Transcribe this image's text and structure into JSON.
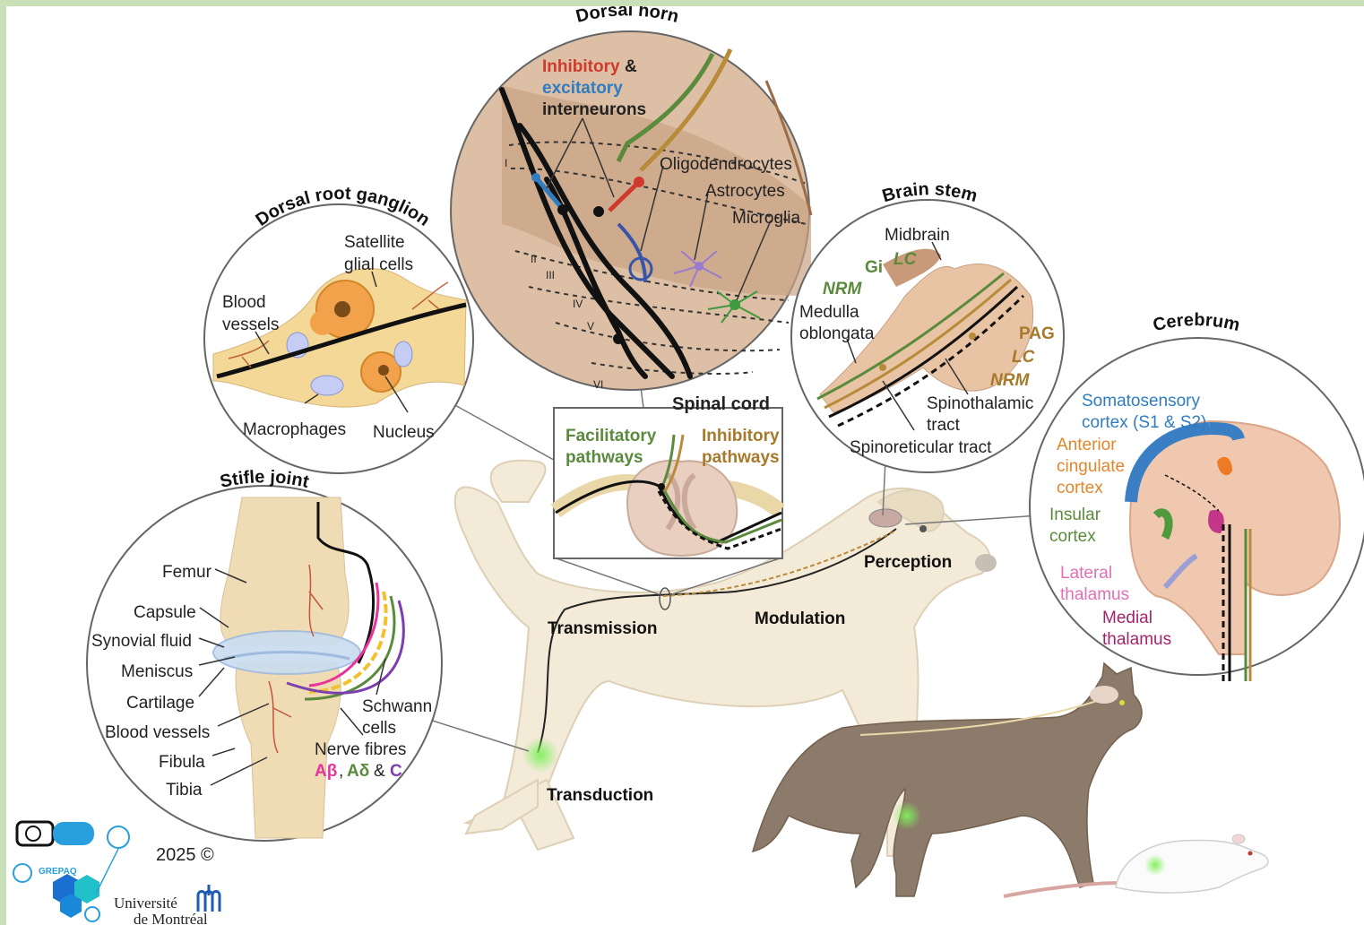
{
  "titles": {
    "dorsal_horn": "Dorsal horn",
    "drg": "Dorsal root ganglion",
    "brain_stem": "Brain stem",
    "cerebrum": "Cerebrum",
    "stifle": "Stifle joint",
    "spinal_cord": "Spinal cord"
  },
  "dorsal_horn": {
    "inhibitory": "Inhibitory",
    "amp": "&",
    "excitatory": "excitatory",
    "interneurons": "interneurons",
    "oligodendrocytes": "Oligodendrocytes",
    "astrocytes": "Astrocytes",
    "microglia": "Microglia",
    "laminae": [
      "I",
      "II",
      "III",
      "IV",
      "V",
      "VI"
    ]
  },
  "drg": {
    "satellite": "Satellite",
    "glial_cells": "glial cells",
    "blood": "Blood",
    "vessels": "vessels",
    "macrophages": "Macrophages",
    "nucleus": "Nucleus"
  },
  "brain_stem": {
    "midbrain": "Midbrain",
    "gi": "Gi",
    "lc1": "LC",
    "nrm1": "NRM",
    "medulla": "Medulla",
    "oblongata": "oblongata",
    "pag": "PAG",
    "lc2": "LC",
    "nrm2": "NRM",
    "spinothalamic": "Spinothalamic",
    "tract": "tract",
    "spinoreticular": "Spinoreticular tract"
  },
  "cerebrum": {
    "somato1": "Somatosensory",
    "somato2": "cortex (S1 & S2)",
    "anterior1": "Anterior",
    "anterior2": "cingulate",
    "anterior3": "cortex",
    "insular1": "Insular",
    "insular2": "cortex",
    "lateral1": "Lateral",
    "lateral2": "thalamus",
    "medial1": "Medial",
    "medial2": "thalamus"
  },
  "spinal_cord": {
    "facilitatory1": "Facilitatory",
    "facilitatory2": "pathways",
    "inhibitory1": "Inhibitory",
    "inhibitory2": "pathways"
  },
  "stifle": {
    "femur": "Femur",
    "capsule": "Capsule",
    "synovial": "Synovial fluid",
    "meniscus": "Meniscus",
    "cartilage": "Cartilage",
    "blood_vessels": "Blood vessels",
    "fibula": "Fibula",
    "tibia": "Tibia",
    "schwann1": "Schwann",
    "schwann2": "cells",
    "nerve_fibres": "Nerve fibres",
    "ab": "Aβ",
    "comma": ",",
    "ad": "Aδ",
    "amp": "&",
    "c": "C"
  },
  "phases": {
    "transmission": "Transmission",
    "modulation": "Modulation",
    "perception": "Perception",
    "transduction": "Transduction"
  },
  "footer": {
    "copyright": "2025 ©",
    "grepaq": "GREPAQ",
    "univ1": "Université",
    "univ2": "de Montréal"
  },
  "colors": {
    "inhibitory": "#d03a2c",
    "excitatory": "#2f7cc0",
    "facilitatory": "#5a8a3c",
    "descending": "#a6792b",
    "ab_fibre": "#e8339a",
    "ad_fibre": "#5a8a3c",
    "c_fibre": "#7b3fb0"
  }
}
